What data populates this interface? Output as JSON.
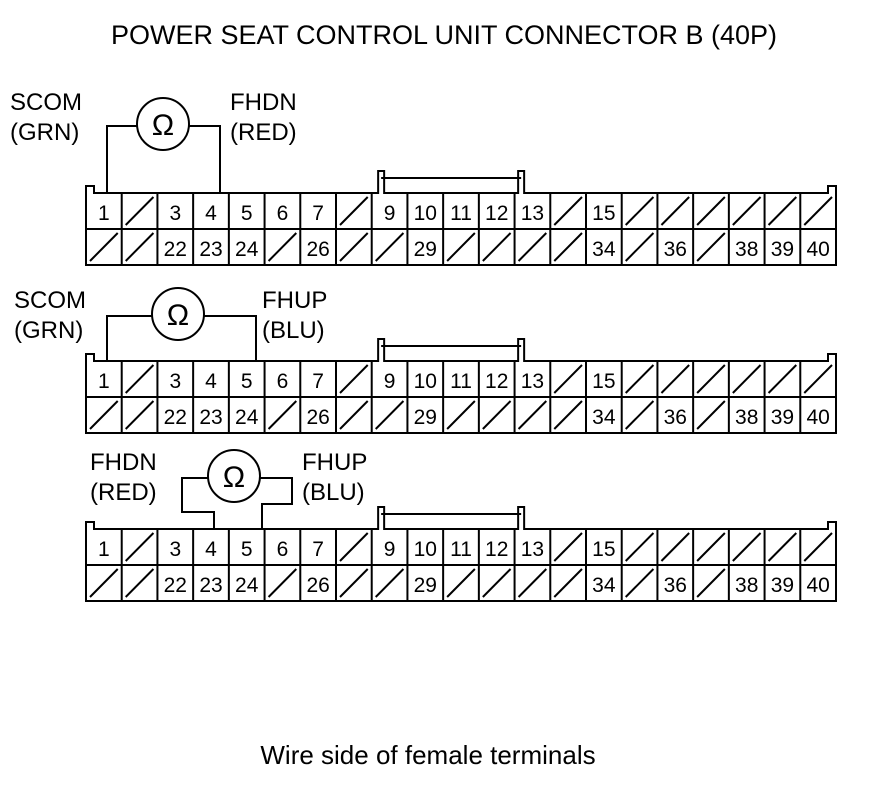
{
  "title": "POWER SEAT CONTROL UNIT CONNECTOR B (40P)",
  "caption": "Wire side of female terminals",
  "connector": {
    "row1": [
      "1",
      "",
      "3",
      "4",
      "5",
      "6",
      "7",
      "",
      "9",
      "10",
      "11",
      "12",
      "13",
      "",
      "15",
      "",
      "",
      "",
      "",
      "",
      ""
    ],
    "row2": [
      "",
      "",
      "22",
      "23",
      "24",
      "",
      "26",
      "",
      "",
      "29",
      "",
      "",
      "",
      "",
      "34",
      "",
      "36",
      "",
      "38",
      "39",
      "40"
    ]
  },
  "meter_symbol": "Ω",
  "tests": [
    {
      "left": {
        "name": "SCOM",
        "color": "(GRN)",
        "terminal": "1"
      },
      "right": {
        "name": "FHDN",
        "color": "(RED)",
        "terminal": "4"
      }
    },
    {
      "left": {
        "name": "SCOM",
        "color": "(GRN)",
        "terminal": "1"
      },
      "right": {
        "name": "FHUP",
        "color": "(BLU)",
        "terminal": "5"
      }
    },
    {
      "left": {
        "name": "FHDN",
        "color": "(RED)",
        "terminal": "4"
      },
      "right": {
        "name": "FHUP",
        "color": "(BLU)",
        "terminal": "5"
      }
    }
  ]
}
